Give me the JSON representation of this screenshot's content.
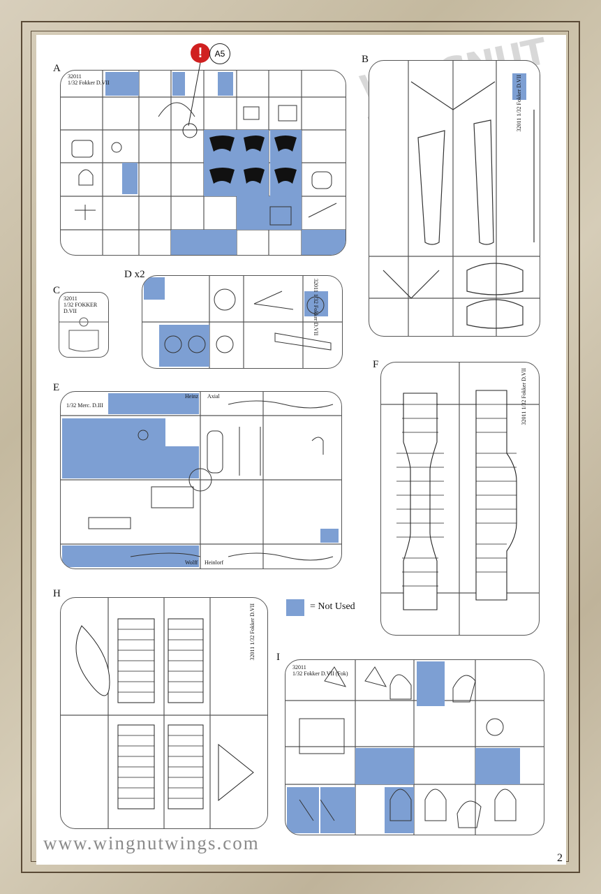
{
  "page": {
    "website": "www.wingnutwings.com",
    "page_number": "2",
    "legend_label": "= Not Used",
    "legend_color": "#7d9fd3",
    "highlight_color": "#7d9fd3",
    "callout_part": "A5",
    "callout_symbol": "!",
    "watermark_text": "WINGNUT WINGS"
  },
  "sprues": {
    "A": {
      "label": "A",
      "tag_num": "32011",
      "tag_name": "1/32 Fokker D.VII"
    },
    "B": {
      "label": "B",
      "tag_num": "32011",
      "tag_name": "1/32 Fokker D.VII"
    },
    "C": {
      "label": "C",
      "tag_num": "32011",
      "tag_name": "1/32 FOKKER D.VII"
    },
    "D": {
      "label": "D x2",
      "tag_num": "32011",
      "tag_name": "1/32 Fokker D.VII"
    },
    "E": {
      "label": "E",
      "tag_num": "",
      "tag_name": "1/32 Merc. D.III"
    },
    "F": {
      "label": "F",
      "tag_num": "32011",
      "tag_name": "1/32 Fokker D.VII"
    },
    "H": {
      "label": "H",
      "tag_num": "32011",
      "tag_name": "1/32 Fokker D.VII"
    },
    "I": {
      "label": "I",
      "tag_num": "32011",
      "tag_name": "1/32 Fokker D.VII (Fok)"
    }
  },
  "e_small_labels": [
    "Heinz",
    "Axial",
    "Wolff",
    "Heinlorf"
  ]
}
